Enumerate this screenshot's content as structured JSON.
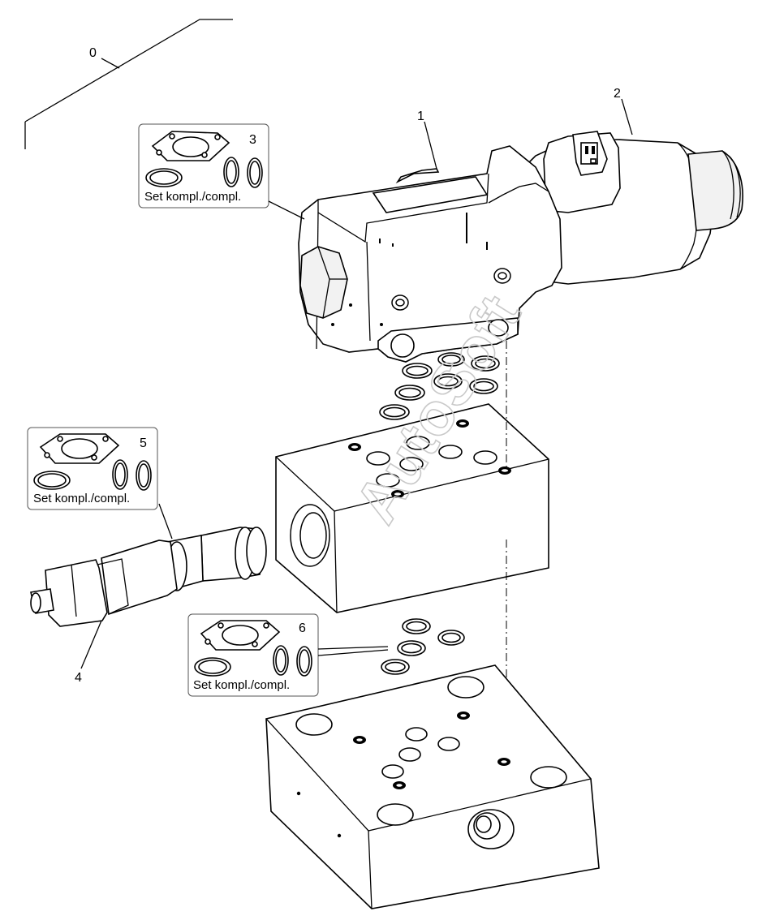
{
  "diagram": {
    "callouts": {
      "assembly": "0",
      "valve_body": "1",
      "solenoid_coil": "2",
      "seal_kit_valve": "3",
      "cartridge_valve": "4",
      "seal_kit_cartridge": "5",
      "seal_kit_plate": "6"
    },
    "kits": [
      {
        "number": "3",
        "caption": "Set kompl./compl."
      },
      {
        "number": "5",
        "caption": "Set kompl./compl."
      },
      {
        "number": "6",
        "caption": "Set kompl./compl."
      }
    ],
    "watermark": "AutoSoft"
  }
}
